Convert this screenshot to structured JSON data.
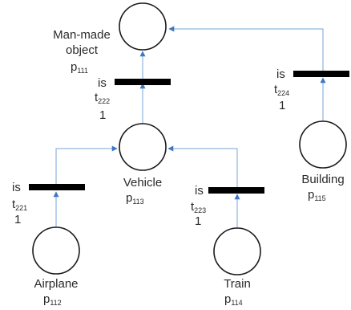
{
  "places": [
    {
      "id": "man_made",
      "label_lines": [
        "Man-made",
        "object"
      ],
      "name": "p",
      "sub": "111"
    },
    {
      "id": "vehicle",
      "label_lines": [
        "Vehicle"
      ],
      "name": "p",
      "sub": "113"
    },
    {
      "id": "building",
      "label_lines": [
        "Building"
      ],
      "name": "p",
      "sub": "115"
    },
    {
      "id": "airplane",
      "label_lines": [
        "Airplane"
      ],
      "name": "p",
      "sub": "112"
    },
    {
      "id": "train",
      "label_lines": [
        "Train"
      ],
      "name": "p",
      "sub": "114"
    }
  ],
  "transitions": [
    {
      "id": "t222",
      "relation": "is",
      "name": "t",
      "sub": "222",
      "weight": "1"
    },
    {
      "id": "t224",
      "relation": "is",
      "name": "t",
      "sub": "224",
      "weight": "1"
    },
    {
      "id": "t221",
      "relation": "is",
      "name": "t",
      "sub": "221",
      "weight": "1"
    },
    {
      "id": "t223",
      "relation": "is",
      "name": "t",
      "sub": "223",
      "weight": "1"
    }
  ],
  "colors": {
    "arc": "#7aa6d6",
    "arrowhead": "#3f78c2",
    "place_stroke": "#1a1a1a",
    "transition_bar": "#000000",
    "text": "#2a2a2a"
  }
}
